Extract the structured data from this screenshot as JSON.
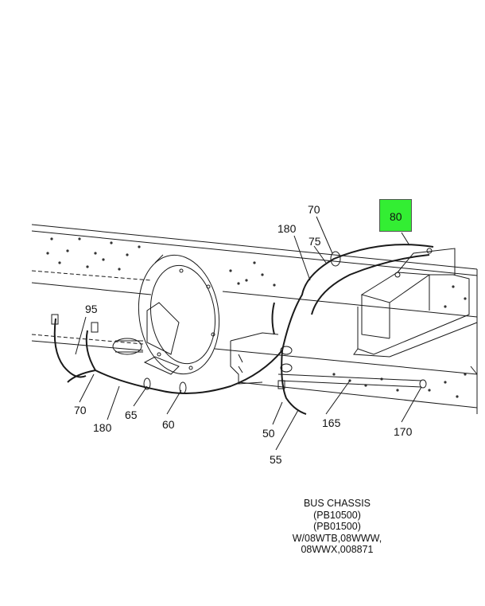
{
  "callouts": {
    "c70_top": "70",
    "c180_top": "180",
    "c75": "75",
    "c80": "80",
    "c95": "95",
    "c70_left": "70",
    "c180_left": "180",
    "c65": "65",
    "c60": "60",
    "c50": "50",
    "c55": "55",
    "c165": "165",
    "c170": "170"
  },
  "highlight_color": "#33ee33",
  "caption": {
    "line1": "BUS CHASSIS",
    "line2": "(PB10500)",
    "line3": "(PB01500)",
    "line4": "W/08WTB,08WWW,",
    "line5": "08WWX,008871"
  }
}
